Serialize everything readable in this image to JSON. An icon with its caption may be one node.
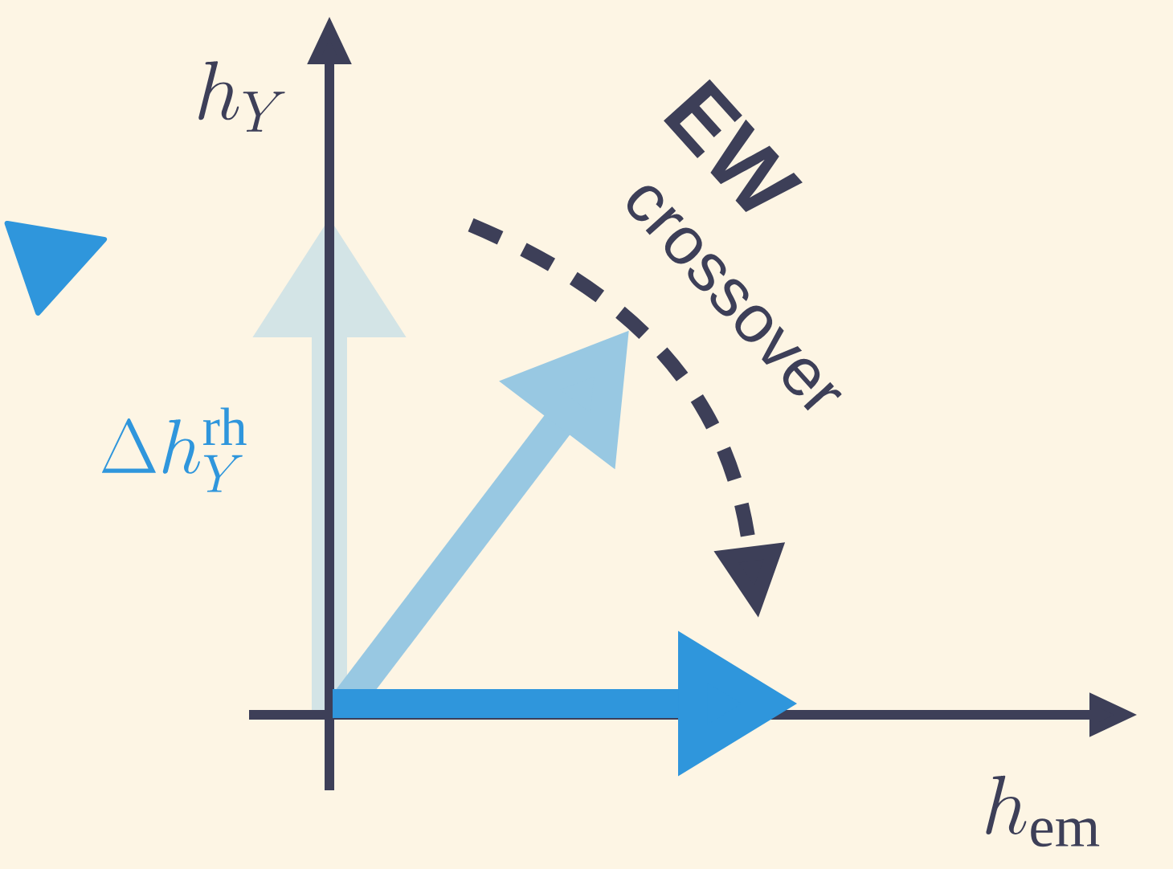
{
  "diagram": {
    "labels": [
      "h_Y",
      "\\Delta h_Y^{\\mathrm{rh}}",
      "EW",
      "crossover",
      "h_{\\mathrm{em}}"
    ]
  }
}
